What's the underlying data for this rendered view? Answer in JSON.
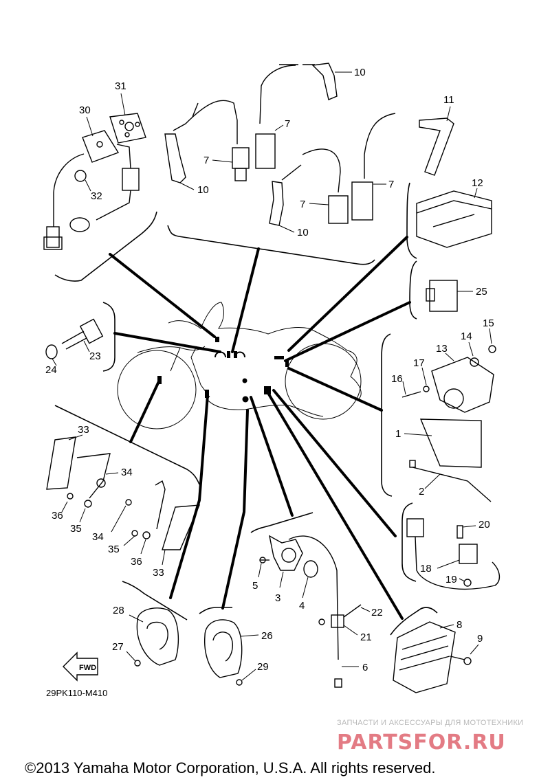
{
  "diagram": {
    "labels": [
      {
        "id": "l31",
        "text": "31"
      },
      {
        "id": "l30",
        "text": "30"
      },
      {
        "id": "l32",
        "text": "32"
      },
      {
        "id": "l10a",
        "text": "10"
      },
      {
        "id": "l10b",
        "text": "10"
      },
      {
        "id": "l10c",
        "text": "10"
      },
      {
        "id": "l7a",
        "text": "7"
      },
      {
        "id": "l7b",
        "text": "7"
      },
      {
        "id": "l7c",
        "text": "7"
      },
      {
        "id": "l7d",
        "text": "7"
      },
      {
        "id": "l11",
        "text": "11"
      },
      {
        "id": "l12",
        "text": "12"
      },
      {
        "id": "l25",
        "text": "25"
      },
      {
        "id": "l15",
        "text": "15"
      },
      {
        "id": "l14",
        "text": "14"
      },
      {
        "id": "l13",
        "text": "13"
      },
      {
        "id": "l17",
        "text": "17"
      },
      {
        "id": "l16",
        "text": "16"
      },
      {
        "id": "l1",
        "text": "1"
      },
      {
        "id": "l2",
        "text": "2"
      },
      {
        "id": "l23",
        "text": "23"
      },
      {
        "id": "l24",
        "text": "24"
      },
      {
        "id": "l33a",
        "text": "33"
      },
      {
        "id": "l34a",
        "text": "34"
      },
      {
        "id": "l36a",
        "text": "36"
      },
      {
        "id": "l35a",
        "text": "35"
      },
      {
        "id": "l34b",
        "text": "34"
      },
      {
        "id": "l35b",
        "text": "35"
      },
      {
        "id": "l36b",
        "text": "36"
      },
      {
        "id": "l33b",
        "text": "33"
      },
      {
        "id": "l20",
        "text": "20"
      },
      {
        "id": "l18",
        "text": "18"
      },
      {
        "id": "l19",
        "text": "19"
      },
      {
        "id": "l5",
        "text": "5"
      },
      {
        "id": "l3",
        "text": "3"
      },
      {
        "id": "l4",
        "text": "4"
      },
      {
        "id": "l22",
        "text": "22"
      },
      {
        "id": "l21",
        "text": "21"
      },
      {
        "id": "l6",
        "text": "6"
      },
      {
        "id": "l8",
        "text": "8"
      },
      {
        "id": "l9",
        "text": "9"
      },
      {
        "id": "l28",
        "text": "28"
      },
      {
        "id": "l27",
        "text": "27"
      },
      {
        "id": "l26",
        "text": "26"
      },
      {
        "id": "l29",
        "text": "29"
      }
    ],
    "fwd_label": "FWD",
    "drawing_code": "29PK110-M410"
  },
  "watermark": {
    "subtitle": "ЗАПЧАСТИ И АКСЕССУАРЫ ДЛЯ МОТОТЕХНИКИ",
    "brand": "PARTSFOR.RU"
  },
  "footer": {
    "copyright": "©2013 Yamaha Motor Corporation, U.S.A. All rights reserved."
  }
}
